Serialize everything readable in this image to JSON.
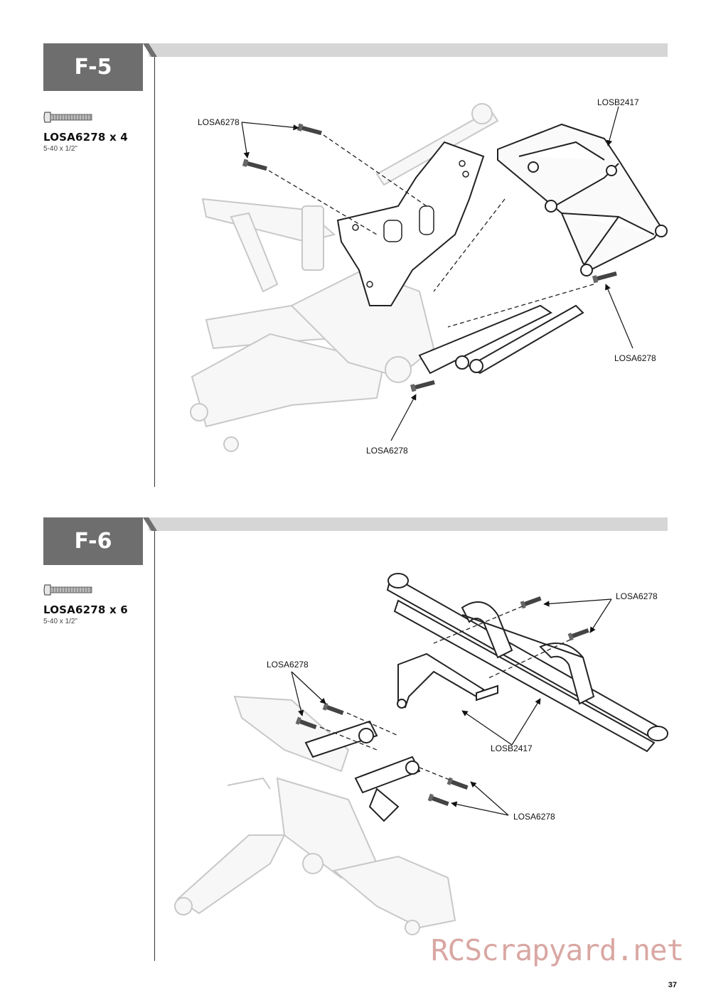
{
  "steps": [
    {
      "label": "F-5",
      "part_qty": "LOSA6278 x 4",
      "part_size": "5-40 x 1/2”",
      "callouts": {
        "screw_top": "LOSA6278",
        "bumper": "LOSB2417",
        "screw_right": "LOSA6278",
        "screw_bottom": "LOSA6278"
      }
    },
    {
      "label": "F-6",
      "part_qty": "LOSA6278 x 6",
      "part_size": "5-40 x 1/2”",
      "callouts": {
        "screw_upper_right": "LOSA6278",
        "screw_left": "LOSA6278",
        "bumper": "LOSB2417",
        "screw_lower_right": "LOSA6278"
      }
    }
  ],
  "page_number": "37",
  "watermark": "RCScrapyard.net",
  "colors": {
    "badge": "#6e6e6e",
    "header_bar": "#d6d6d6",
    "watermark": "#d9a7a3"
  }
}
